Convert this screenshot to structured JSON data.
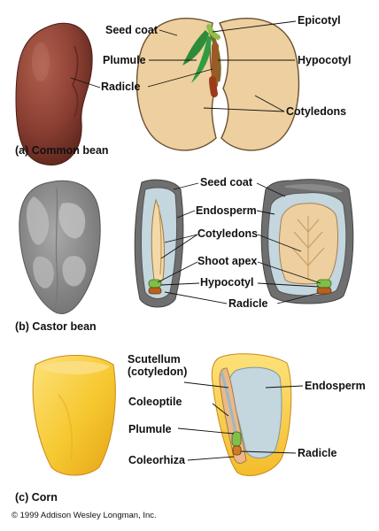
{
  "panels": {
    "a": {
      "caption": "(a) Common bean",
      "labels": {
        "seed_coat": "Seed coat",
        "plumule": "Plumule",
        "radicle": "Radicle",
        "epicotyl": "Epicotyl",
        "hypocotyl": "Hypocotyl",
        "cotyledons": "Cotyledons"
      }
    },
    "b": {
      "caption": "(b) Castor bean",
      "labels": {
        "seed_coat": "Seed coat",
        "endosperm": "Endosperm",
        "cotyledons": "Cotyledons",
        "shoot_apex": "Shoot apex",
        "hypocotyl": "Hypocotyl",
        "radicle": "Radicle"
      }
    },
    "c": {
      "caption": "(c) Corn",
      "labels": {
        "scutellum": "Scutellum",
        "scutellum_sub": "(cotyledon)",
        "coleoptile": "Coleoptile",
        "plumule": "Plumule",
        "coleorhiza": "Coleorhiza",
        "endosperm": "Endosperm",
        "radicle": "Radicle"
      }
    }
  },
  "copyright": "© 1999 Addison Wesley Longman, Inc.",
  "colors": {
    "bean_brown": "#8b3f33",
    "cotyledon_tan": "#eecf9f",
    "leaf_green": "#2e8b3a",
    "castor_gray": "#8a8a8a",
    "endosperm_blue": "#c4d6de",
    "corn_yellow": "#f6c830"
  }
}
